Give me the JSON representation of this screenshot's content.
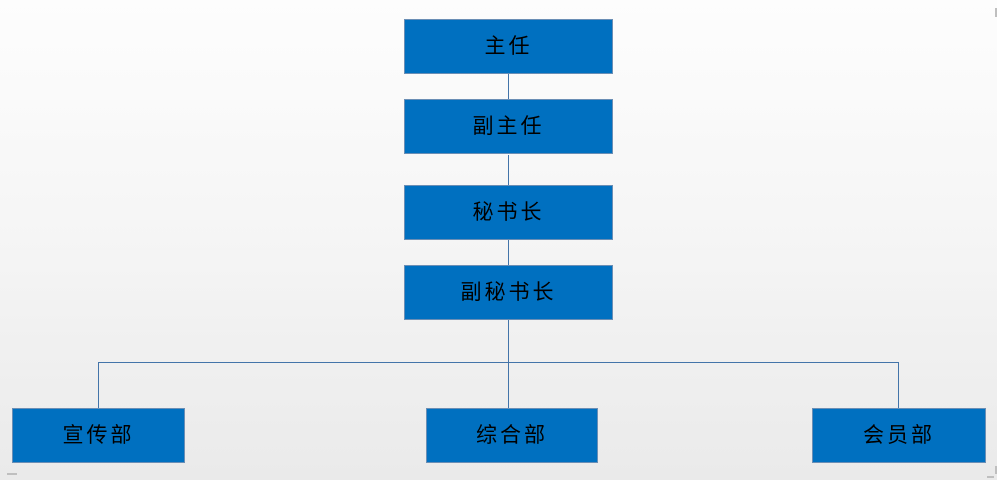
{
  "org_chart": {
    "type": "org-chart",
    "chain": [
      {
        "label": "主任"
      },
      {
        "label": "副主任"
      },
      {
        "label": "秘书长"
      },
      {
        "label": "副秘书长"
      }
    ],
    "departments": [
      {
        "label": "宣传部"
      },
      {
        "label": "综合部"
      },
      {
        "label": "会员部"
      }
    ]
  },
  "colors": {
    "box_fill": "#0070C0",
    "box_border": "#6A8EB5",
    "connector": "#4374A9",
    "text": "#000000",
    "background_top": "#FDFDFD",
    "background_bottom": "#EAEAEA"
  }
}
